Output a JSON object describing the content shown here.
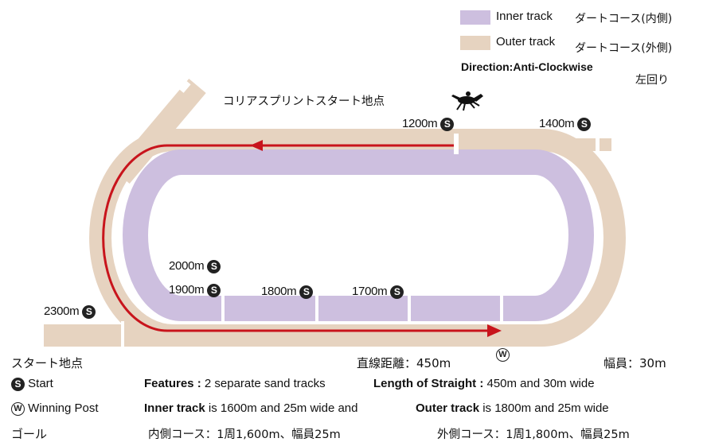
{
  "colors": {
    "inner": "#cdbfdf",
    "outer": "#e6d3c0",
    "arrow": "#c8141c"
  },
  "legend": {
    "inner_en": "Inner track",
    "inner_jp": "ダートコース(内側)",
    "outer_en": "Outer track",
    "outer_jp": "ダートコース(外側)",
    "direction_en": "Direction:Anti-Clockwise",
    "direction_jp": "左回り"
  },
  "spur_label": "コリアスプリントスタート地点",
  "starts": {
    "d1200": "1200m",
    "d1400": "1400m",
    "d2000": "2000m",
    "d1900": "1900m",
    "d1800": "1800m",
    "d1700": "1700m",
    "d2300": "2300m",
    "badge_s": "S",
    "badge_w": "W"
  },
  "bottom": {
    "start_point_jp": "スタート地点",
    "straight_jp": "直線距離：450m",
    "width_jp": "幅員：30m",
    "start_label": "Start",
    "features_label": "Features :",
    "features_text": "2 separate sand tracks",
    "straight_label": "Length of Straight :",
    "straight_text": "450m and 30m wide",
    "winning_post": "Winning Post",
    "inner_label": "Inner track",
    "inner_text": "is 1600m and 25m wide and",
    "outer_label": "Outer track",
    "outer_text": "is 1800m and 25m wide",
    "goal_jp": "ゴール",
    "inner_jp": "内側コース：1周1,600m、幅員25m",
    "outer_jp": "外側コース：1周1,800m、幅員25m"
  }
}
